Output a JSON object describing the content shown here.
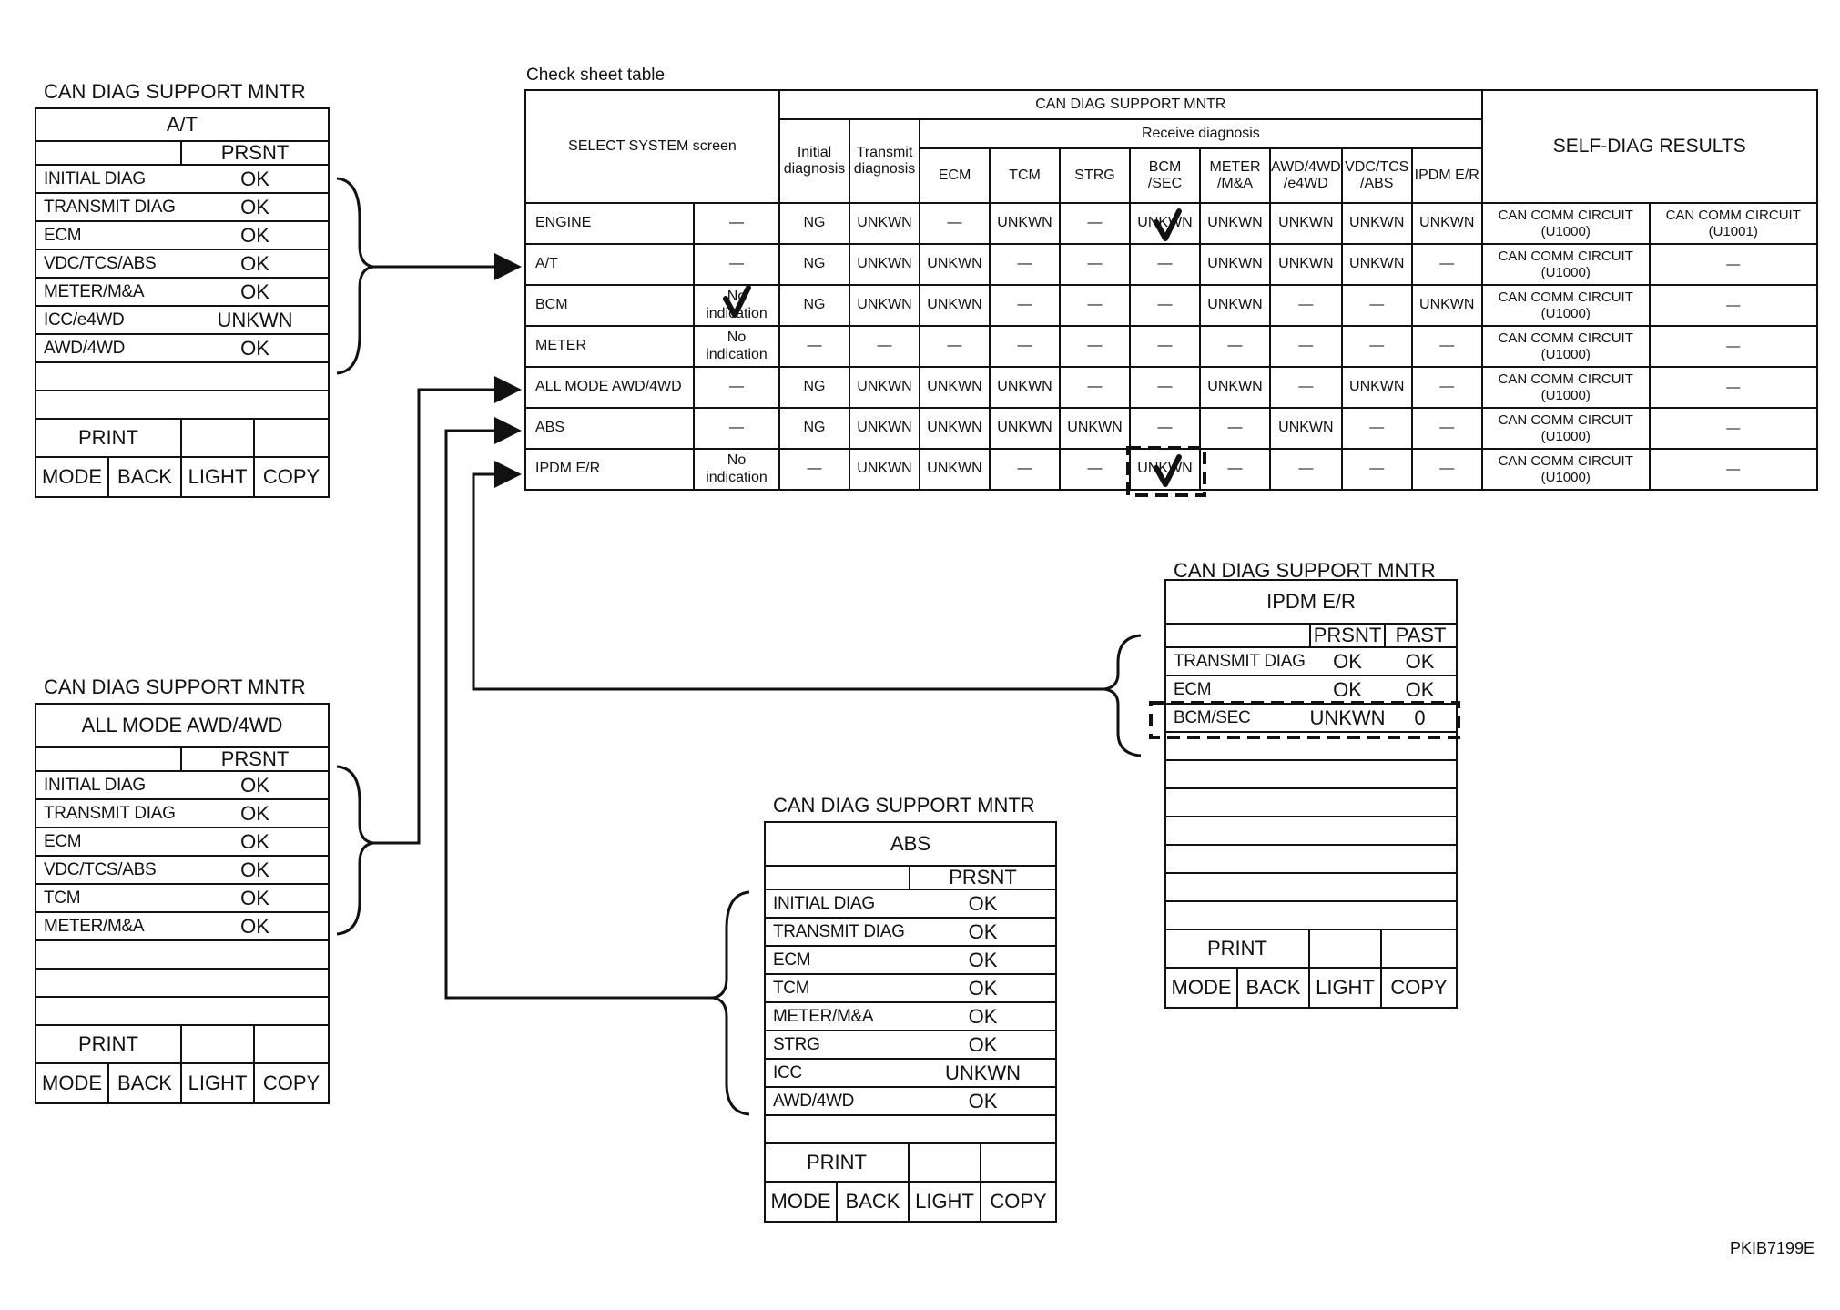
{
  "check_sheet": {
    "caption": "Check sheet table",
    "select_header": "SELECT SYSTEM screen",
    "group_header": "CAN DIAG SUPPORT MNTR",
    "receive_header": "Receive diagnosis",
    "initial_header": "Initial diagnosis",
    "transmit_header": "Transmit diagnosis",
    "receive_columns": [
      "ECM",
      "TCM",
      "STRG",
      "BCM /SEC",
      "METER /M&A",
      "AWD/4WD /e4WD",
      "VDC/TCS /ABS",
      "IPDM E/R"
    ],
    "selfdiag_header": "SELF-DIAG RESULTS",
    "rows": [
      {
        "system": "ENGINE",
        "note": "—",
        "initial": "NG",
        "transmit": "UNKWN",
        "receive": [
          "—",
          "UNKWN",
          "—",
          "UNKWN",
          "UNKWN",
          "UNKWN",
          "UNKWN",
          "UNKWN"
        ],
        "selfdiag": [
          "CAN COMM CIRCUIT (U1000)",
          "CAN COMM CIRCUIT (U1001)"
        ]
      },
      {
        "system": "A/T",
        "note": "—",
        "initial": "NG",
        "transmit": "UNKWN",
        "receive": [
          "UNKWN",
          "—",
          "—",
          "—",
          "UNKWN",
          "UNKWN",
          "UNKWN",
          "—"
        ],
        "selfdiag": [
          "CAN COMM CIRCUIT (U1000)",
          "—"
        ]
      },
      {
        "system": "BCM",
        "note": "No indication",
        "initial": "NG",
        "transmit": "UNKWN",
        "receive": [
          "UNKWN",
          "—",
          "—",
          "—",
          "UNKWN",
          "—",
          "—",
          "UNKWN"
        ],
        "selfdiag": [
          "CAN COMM CIRCUIT (U1000)",
          "—"
        ]
      },
      {
        "system": "METER",
        "note": "No indication",
        "initial": "—",
        "transmit": "—",
        "receive": [
          "—",
          "—",
          "—",
          "—",
          "—",
          "—",
          "—",
          "—"
        ],
        "selfdiag": [
          "CAN COMM CIRCUIT (U1000)",
          "—"
        ]
      },
      {
        "system": "ALL MODE AWD/4WD",
        "note": "—",
        "initial": "NG",
        "transmit": "UNKWN",
        "receive": [
          "UNKWN",
          "UNKWN",
          "—",
          "—",
          "UNKWN",
          "—",
          "UNKWN",
          "—"
        ],
        "selfdiag": [
          "CAN COMM CIRCUIT (U1000)",
          "—"
        ]
      },
      {
        "system": "ABS",
        "note": "—",
        "initial": "NG",
        "transmit": "UNKWN",
        "receive": [
          "UNKWN",
          "UNKWN",
          "UNKWN",
          "—",
          "—",
          "UNKWN",
          "—",
          "—"
        ],
        "selfdiag": [
          "CAN COMM CIRCUIT (U1000)",
          "—"
        ]
      },
      {
        "system": "IPDM E/R",
        "note": "No indication",
        "initial": "—",
        "transmit": "UNKWN",
        "receive": [
          "UNKWN",
          "—",
          "—",
          "UNKWN",
          "—",
          "—",
          "—",
          "—"
        ],
        "selfdiag": [
          "CAN COMM CIRCUIT (U1000)",
          "—"
        ]
      }
    ]
  },
  "panels": {
    "at": {
      "caption": "CAN DIAG SUPPORT MNTR",
      "title": "A/T",
      "col_headers": [
        "PRSNT"
      ],
      "items": [
        {
          "name": "INITIAL DIAG",
          "values": [
            "OK"
          ]
        },
        {
          "name": "TRANSMIT DIAG",
          "values": [
            "OK"
          ]
        },
        {
          "name": "ECM",
          "values": [
            "OK"
          ]
        },
        {
          "name": "VDC/TCS/ABS",
          "values": [
            "OK"
          ]
        },
        {
          "name": "METER/M&A",
          "values": [
            "OK"
          ]
        },
        {
          "name": "ICC/e4WD",
          "values": [
            "UNKWN"
          ]
        },
        {
          "name": "AWD/4WD",
          "values": [
            "OK"
          ]
        }
      ],
      "print_label": "PRINT",
      "buttons": [
        "MODE",
        "BACK",
        "LIGHT",
        "COPY"
      ]
    },
    "awd": {
      "caption": "CAN DIAG SUPPORT MNTR",
      "title": "ALL MODE AWD/4WD",
      "col_headers": [
        "PRSNT"
      ],
      "items": [
        {
          "name": "INITIAL DIAG",
          "values": [
            "OK"
          ]
        },
        {
          "name": "TRANSMIT DIAG",
          "values": [
            "OK"
          ]
        },
        {
          "name": "ECM",
          "values": [
            "OK"
          ]
        },
        {
          "name": "VDC/TCS/ABS",
          "values": [
            "OK"
          ]
        },
        {
          "name": "TCM",
          "values": [
            "OK"
          ]
        },
        {
          "name": "METER/M&A",
          "values": [
            "OK"
          ]
        }
      ],
      "print_label": "PRINT",
      "buttons": [
        "MODE",
        "BACK",
        "LIGHT",
        "COPY"
      ]
    },
    "abs": {
      "caption": "CAN DIAG SUPPORT MNTR",
      "title": "ABS",
      "col_headers": [
        "PRSNT"
      ],
      "items": [
        {
          "name": "INITIAL DIAG",
          "values": [
            "OK"
          ]
        },
        {
          "name": "TRANSMIT DIAG",
          "values": [
            "OK"
          ]
        },
        {
          "name": "ECM",
          "values": [
            "OK"
          ]
        },
        {
          "name": "TCM",
          "values": [
            "OK"
          ]
        },
        {
          "name": "METER/M&A",
          "values": [
            "OK"
          ]
        },
        {
          "name": "STRG",
          "values": [
            "OK"
          ]
        },
        {
          "name": "ICC",
          "values": [
            "UNKWN"
          ]
        },
        {
          "name": "AWD/4WD",
          "values": [
            "OK"
          ]
        }
      ],
      "print_label": "PRINT",
      "buttons": [
        "MODE",
        "BACK",
        "LIGHT",
        "COPY"
      ]
    },
    "ipdm": {
      "caption": "CAN DIAG SUPPORT MNTR",
      "title": "IPDM E/R",
      "col_headers": [
        "PRSNT",
        "PAST"
      ],
      "items": [
        {
          "name": "TRANSMIT DIAG",
          "values": [
            "OK",
            "OK"
          ]
        },
        {
          "name": "ECM",
          "values": [
            "OK",
            "OK"
          ]
        },
        {
          "name": "BCM/SEC",
          "values": [
            "UNKWN",
            "0"
          ]
        }
      ],
      "print_label": "PRINT",
      "buttons": [
        "MODE",
        "BACK",
        "LIGHT",
        "COPY"
      ]
    }
  },
  "figure_code": "PKIB7199E"
}
